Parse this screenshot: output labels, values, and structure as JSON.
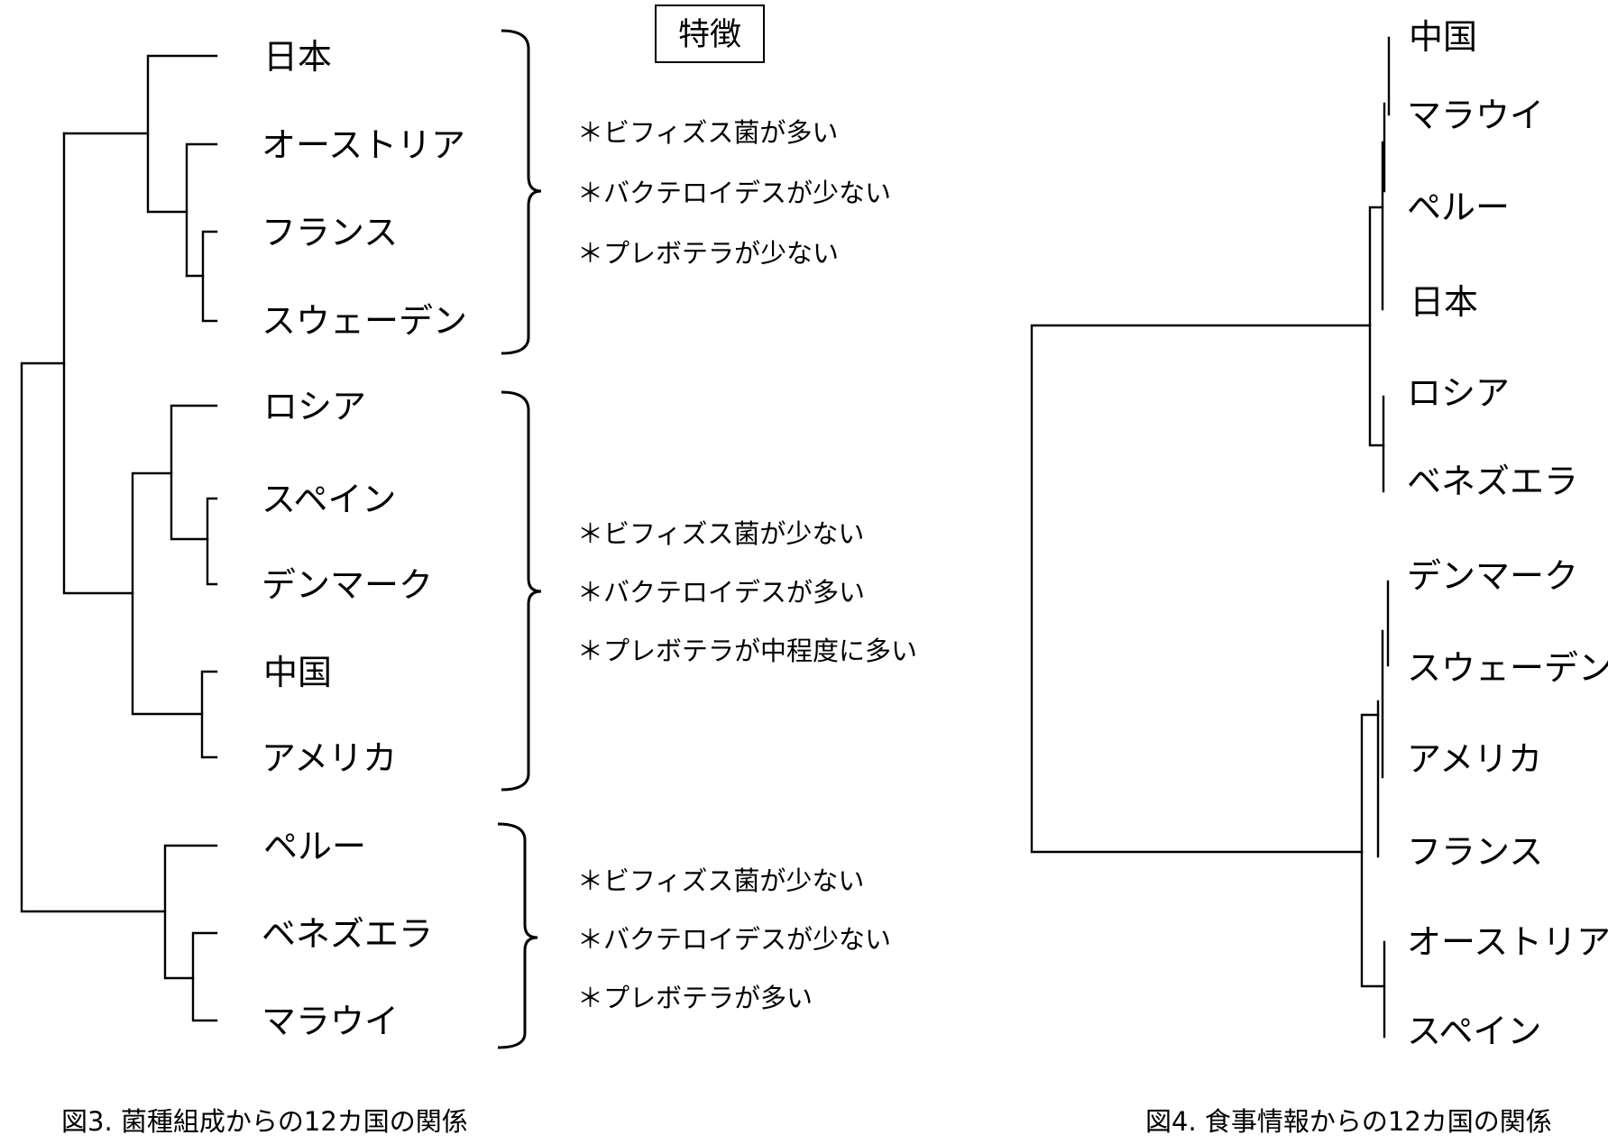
{
  "fig3": {
    "header": "特徴",
    "caption": "図3. 菌種組成からの12カ国の関係",
    "leaves": [
      "日本",
      "オーストリア",
      "フランス",
      "スウェーデン",
      "ロシア",
      "スペイン",
      "デンマーク",
      "中国",
      "アメリカ",
      "ペルー",
      "ベネズエラ",
      "マラウイ"
    ],
    "groups": [
      {
        "features": [
          "＊ビフィズス菌が多い",
          "＊バクテロイデスが少ない",
          "＊プレボテラが少ない"
        ]
      },
      {
        "features": [
          "＊ビフィズス菌が少ない",
          "＊バクテロイデスが多い",
          "＊プレボテラが中程度に多い"
        ]
      },
      {
        "features": [
          "＊ビフィズス菌が少ない",
          "＊バクテロイデスが少ない",
          "＊プレボテラが多い"
        ]
      }
    ]
  },
  "fig4": {
    "caption": "図4. 食事情報からの12カ国の関係",
    "leaves": [
      "中国",
      "マラウイ",
      "ペルー",
      "日本",
      "ロシア",
      "ベネズエラ",
      "デンマーク",
      "スウェーデン",
      "アメリカ",
      "フランス",
      "オーストリア",
      "スペイン"
    ]
  }
}
